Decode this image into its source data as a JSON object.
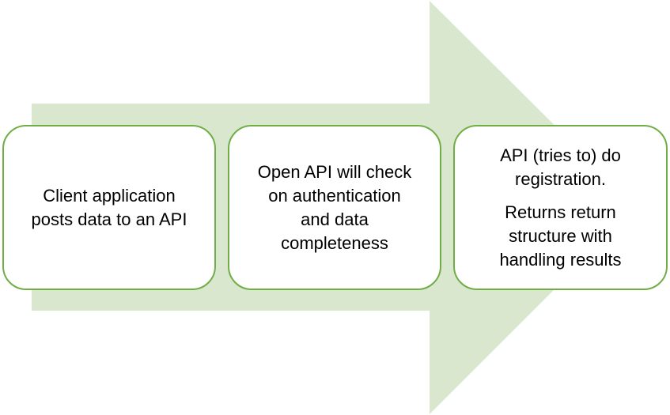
{
  "colors": {
    "arrow_fill": "#D9E7CF",
    "box_border": "#70AD47",
    "box_fill": "#FFFFFF",
    "text": "#000000"
  },
  "steps": [
    {
      "paragraphs": [
        "Client application\nposts data to an API"
      ]
    },
    {
      "paragraphs": [
        "Open API will check\non authentication\nand data\ncompleteness"
      ]
    },
    {
      "paragraphs": [
        "API (tries to) do\nregistration.",
        "Returns return\nstructure with\nhandling results"
      ]
    }
  ]
}
